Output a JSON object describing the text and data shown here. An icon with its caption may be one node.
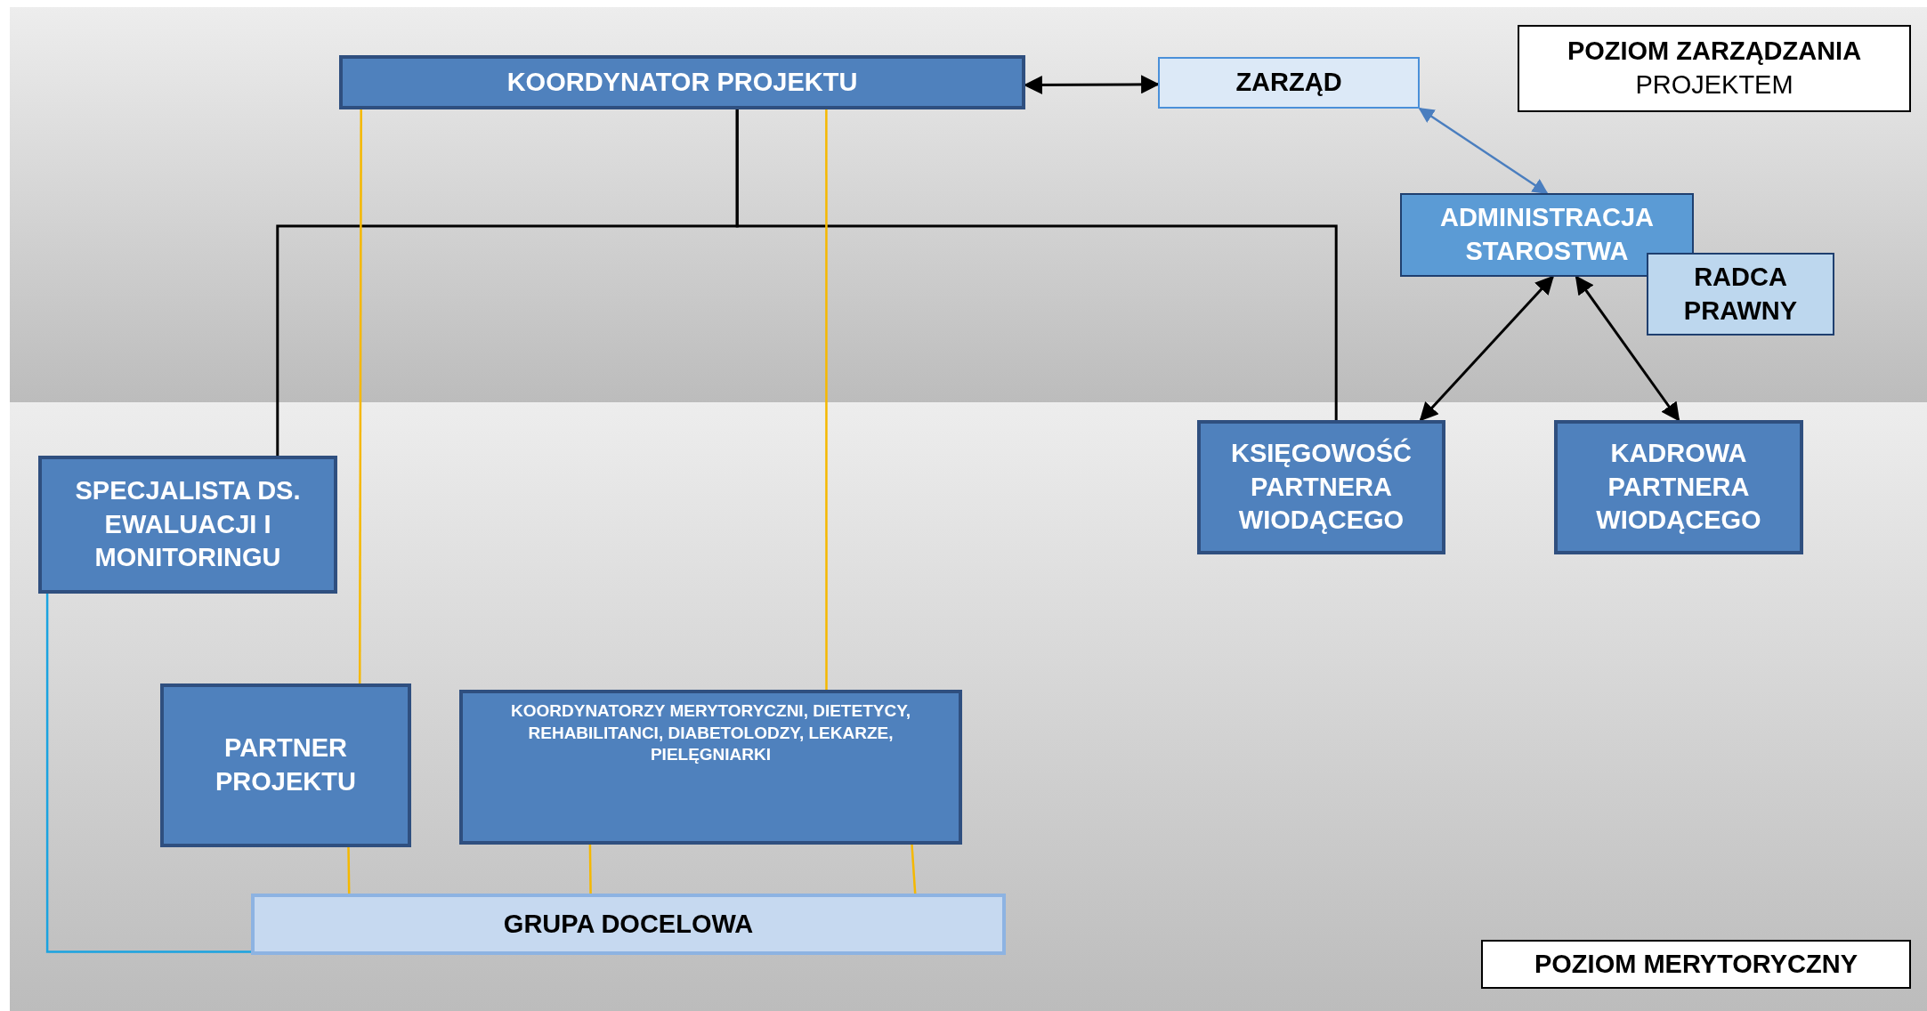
{
  "diagram": {
    "nodes": [
      {
        "text": [
          "POZIOM ZARZĄDZANIA",
          "PROJEKTEM"
        ]
      },
      {
        "text": [
          "KOORDYNATOR PROJEKTU"
        ],
        "in": 0
      },
      {
        "text": [
          "ZARZĄD"
        ],
        "in": 0
      },
      {
        "text": [
          "ADMINISTRACJA STAROSTWA"
        ],
        "in": 0
      },
      {
        "text": [
          "RADCA PRAWNY"
        ],
        "in": 0
      },
      {
        "text": [
          "POZIOM MERYTORYCZNY"
        ]
      },
      {
        "text": [
          "SPECJALISTA DS. EWALUACJI I MONITORINGU"
        ],
        "in": 5
      },
      {
        "text": [
          "KSIĘGOWOŚĆ PARTNERA WIODĄCEGO"
        ],
        "in": 5
      },
      {
        "text": [
          "KADROWA PARTNERA WIODĄCEGO"
        ],
        "in": 5
      },
      {
        "text": [
          "PARTNER PROJEKTU"
        ],
        "in": 5
      },
      {
        "text": [
          "KOORDYNATORZY MERYTORYCZNI, DIETETYCY, REHABILITANCI, DIABETOLODZY, LEKARZE, PIELĘGNIARKI"
        ],
        "in": 5
      },
      {
        "text": [
          "GRUPA DOCELOWA"
        ],
        "in": 5
      }
    ],
    "edges": [
      {
        "from": 1,
        "to": 2,
        "arrow": "both"
      },
      {
        "from": 2,
        "to": 3,
        "arrow": "both",
        "color": "#4a7ebf"
      },
      {
        "from": 3,
        "to": 7,
        "arrow": "both"
      },
      {
        "from": 3,
        "to": 8,
        "arrow": "both"
      },
      {
        "from": 1,
        "to": 6,
        "arrow": "none"
      },
      {
        "from": 1,
        "to": 7,
        "arrow": "none"
      },
      {
        "from": 1,
        "to": 9,
        "arrow": "none",
        "color": "#f5b800"
      },
      {
        "from": 1,
        "to": 10,
        "arrow": "none",
        "color": "#f5b800"
      },
      {
        "from": 9,
        "to": 11,
        "arrow": "none",
        "color": "#f5b800"
      },
      {
        "from": 10,
        "to": 11,
        "arrow": "none",
        "color": "#f5b800"
      },
      {
        "from": 10,
        "to": 11,
        "arrow": "none",
        "color": "#f5b800"
      },
      {
        "from": 6,
        "to": 11,
        "arrow": "none",
        "color": "#1aa3e0"
      }
    ]
  }
}
